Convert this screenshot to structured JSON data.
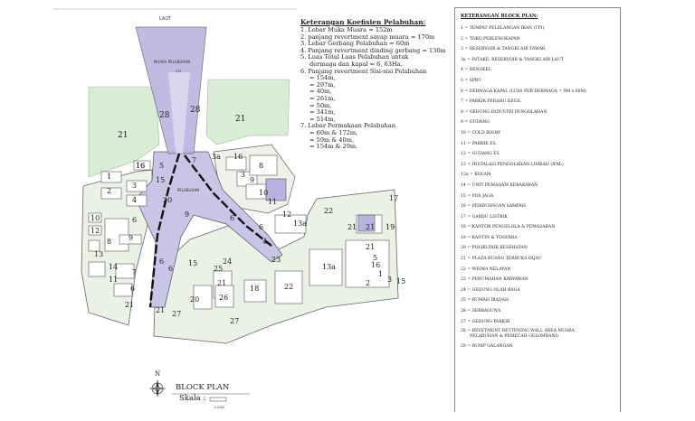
{
  "map": {
    "sea_label": "LAUT",
    "channel_label": "MUARA PELABUHAN",
    "channel_depth": "152",
    "harbor_label": "PELABUHAN",
    "zones": {
      "green_left": "21",
      "green_right": "21",
      "revetment_left": "28",
      "revetment_right": "28"
    },
    "blocks": [
      "16",
      "5",
      "1",
      "15",
      "2",
      "3",
      "4",
      "20",
      "10",
      "12",
      "13",
      "14",
      "11",
      "8",
      "9",
      "6",
      "7",
      "3a",
      "16",
      "3",
      "8",
      "9",
      "10",
      "11",
      "12",
      "13a",
      "21",
      "21",
      "19",
      "22",
      "13a",
      "22",
      "24",
      "25",
      "21",
      "26",
      "18",
      "20",
      "27",
      "27",
      "23",
      "21",
      "21",
      "15",
      "17",
      "21",
      "16",
      "1",
      "2",
      "3",
      "4",
      "5",
      "7",
      "9",
      "6",
      "6",
      "6",
      "6",
      "6",
      "15",
      "16"
    ]
  },
  "coefficients": {
    "title": "Keterangan Koefisien Pelabuhan:",
    "lines": [
      {
        "text": "1. Lebar Muka Muara = 152m",
        "indent": false
      },
      {
        "text": "2. panjang revertment sayap muara = 170m",
        "indent": false
      },
      {
        "text": "3. Lebar Gerbang Pelabuhan = 60m",
        "indent": false
      },
      {
        "text": "4. Panjang revertment dinding gerbang = 130m",
        "indent": false
      },
      {
        "text": "5. Luas Total Luas Pelabuhan untuk",
        "indent": false
      },
      {
        "text": "dermaga dan kapal = 6, 63Ha.",
        "indent": true
      },
      {
        "text": "6. Panjang revertment Sisi-sisi Pelabuhan",
        "indent": false
      },
      {
        "text": "= 154m,",
        "indent": true
      },
      {
        "text": "= 297m,",
        "indent": true
      },
      {
        "text": "= 40m,",
        "indent": true
      },
      {
        "text": "= 261m,",
        "indent": true
      },
      {
        "text": "= 50m,",
        "indent": true
      },
      {
        "text": "= 341m,",
        "indent": true
      },
      {
        "text": "= 514m,",
        "indent": true
      },
      {
        "text": "7. Lebar Permukaan Pelabuhan",
        "indent": false
      },
      {
        "text": "= 60m & 172m,",
        "indent": true
      },
      {
        "text": "= 59m & 40m,",
        "indent": true
      },
      {
        "text": "= 154m & 29m.",
        "indent": true
      }
    ]
  },
  "legend": {
    "title": "KETERANGAN BLOCK PLAN:",
    "items": [
      "1 = TEMPAT PELELANGAN IKAN (TPI)",
      "2 = TOKO PERLENGKAPAN",
      "3 = RESERVOIR & TANGKI AIR TAWAR",
      "3a = INTAKE, RESERVOIR & TANGKI AIR LAUT",
      "4 = BENGKEL",
      "5 = SPBU",
      "6 = DERMAGA KAPAL (LUAS PER DERMAGA = 9M x 60M)",
      "7 = PARKIR PERAHU KECIL",
      "8 = GEDUNG INDUSTRI PENGOLAHAN",
      "9 = GUDANG",
      "10 = COLD ROOM",
      "11 = PABRIK ES.",
      "12 = GUDANG ES",
      "13 = INSTALASI PENGOLAHAN LIMBAH (IPAL)",
      "13a = KOLAM",
      "14 = UNIT PEMADAM KEBAKARAN",
      "15 = POS JAGA",
      "16 = PEMBUANGAN SAMPAH",
      "17 = GARDU LISTRIK",
      "18 = KANTOR PENGELOLA & PEMASARAN",
      "19 = KANTIN & TOSERBA",
      "20 = POLIKLINIK KESEHATAN",
      "21 = PLAZA RUANG TERBUKA HIJAU",
      "22 = WISMA NELAYAN",
      "23 = PERUMAHAN KARYAWAN",
      "24 = GEDUNG OLAH RAGA",
      "25 = RUMAH IBADAH",
      "26 = SERBAGUNA",
      "27 = GEDUNG PARKIR",
      "28 = REVETMENT RETTENING WALL AREA MUARA PELABUHAN & PEMECAH GELOMBANG",
      "29 = RUMP GALANGAN"
    ]
  },
  "footer": {
    "compass_letter": "N",
    "title": "BLOCK PLAN",
    "scale_label": "Skala :",
    "scale_value": "1:1000"
  }
}
